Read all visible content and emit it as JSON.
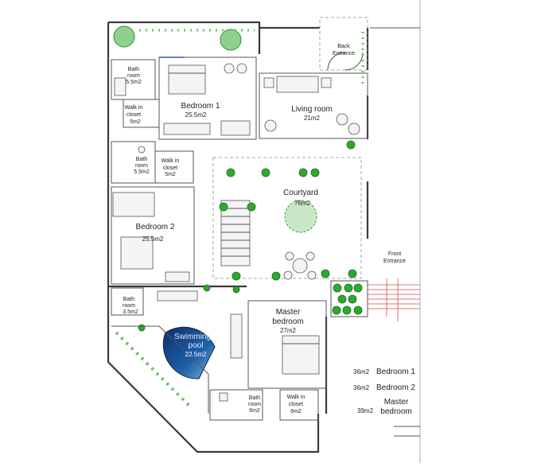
{
  "rooms": {
    "back_entrance": {
      "line1": "Back",
      "line2": "Entrance"
    },
    "bath1": {
      "line1": "Bath",
      "line2": "room",
      "area": "5.5m2"
    },
    "walkin1": {
      "line1": "Walk in",
      "line2": "closet",
      "area": "5m2"
    },
    "bedroom1": {
      "name": "Bedroom 1",
      "area": "25.5m2"
    },
    "living": {
      "name": "Living room",
      "area": "21m2"
    },
    "bath2": {
      "line1": "Bath",
      "line2": "room",
      "area": "5.5m2"
    },
    "walkin2": {
      "line1": "Walk in",
      "line2": "closet",
      "area": "5m2"
    },
    "courtyard": {
      "name": "Courtyard",
      "area": "76m2"
    },
    "bedroom2": {
      "name": "Bedroom 2",
      "area": "25.5m2"
    },
    "front_entrance": {
      "line1": "Front",
      "line2": "Entrance"
    },
    "bath3": {
      "line1": "Bath",
      "line2": "room",
      "area": "3.5m2"
    },
    "master": {
      "line1": "Master",
      "line2": "bedroom",
      "area": "27m2"
    },
    "pool": {
      "line1": "Swimming",
      "line2": "pool",
      "area": "22.5m2"
    },
    "bath4": {
      "line1": "Bath",
      "line2": "room",
      "area": "6m2"
    },
    "walkin3": {
      "line1": "Walk in",
      "line2": "closet",
      "area": "6m2"
    }
  },
  "legend": {
    "row1": {
      "area": "36m2",
      "name": "Bedroom 1"
    },
    "row2": {
      "area": "36m2",
      "name": "Bedroom 2"
    },
    "row3": {
      "area": "39m2",
      "line1": "Master",
      "line2": "bedroom"
    }
  },
  "colors": {
    "wall": "#3a3a3a",
    "plant": "#2fa82f",
    "pool": "#1f5fa8",
    "glass": "#6d7fc9",
    "steps": "#d94a4a"
  }
}
